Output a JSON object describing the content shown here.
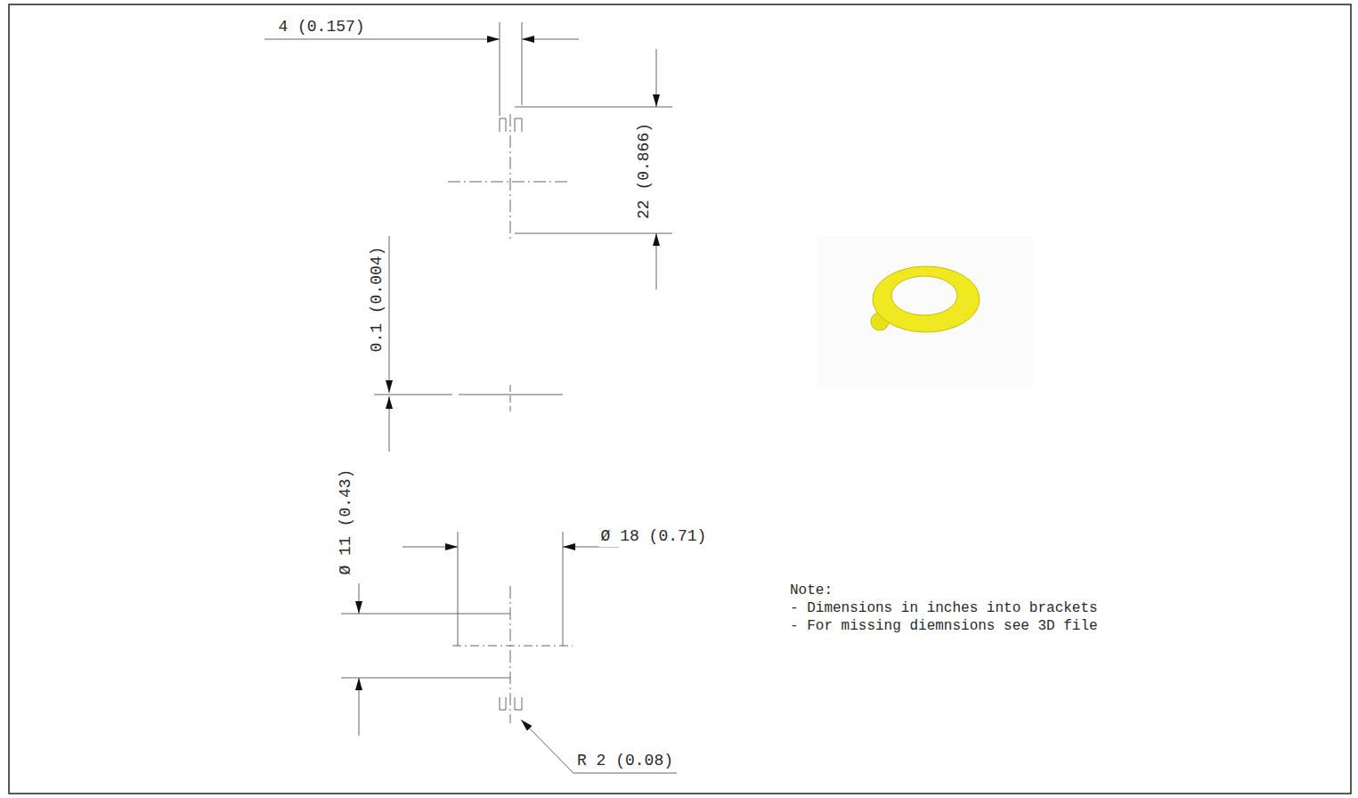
{
  "diagram": {
    "labels": [
      "4 (0.157)",
      "22 (0.866)",
      "0.1 (0.004)",
      "Ø 11 (0.43)",
      "Ø 18 (0.71)",
      "R 2 (0.08)",
      "Note:",
      "- Dimensions in inches into brackets",
      "- For missing diemnsions see 3D file"
    ]
  }
}
